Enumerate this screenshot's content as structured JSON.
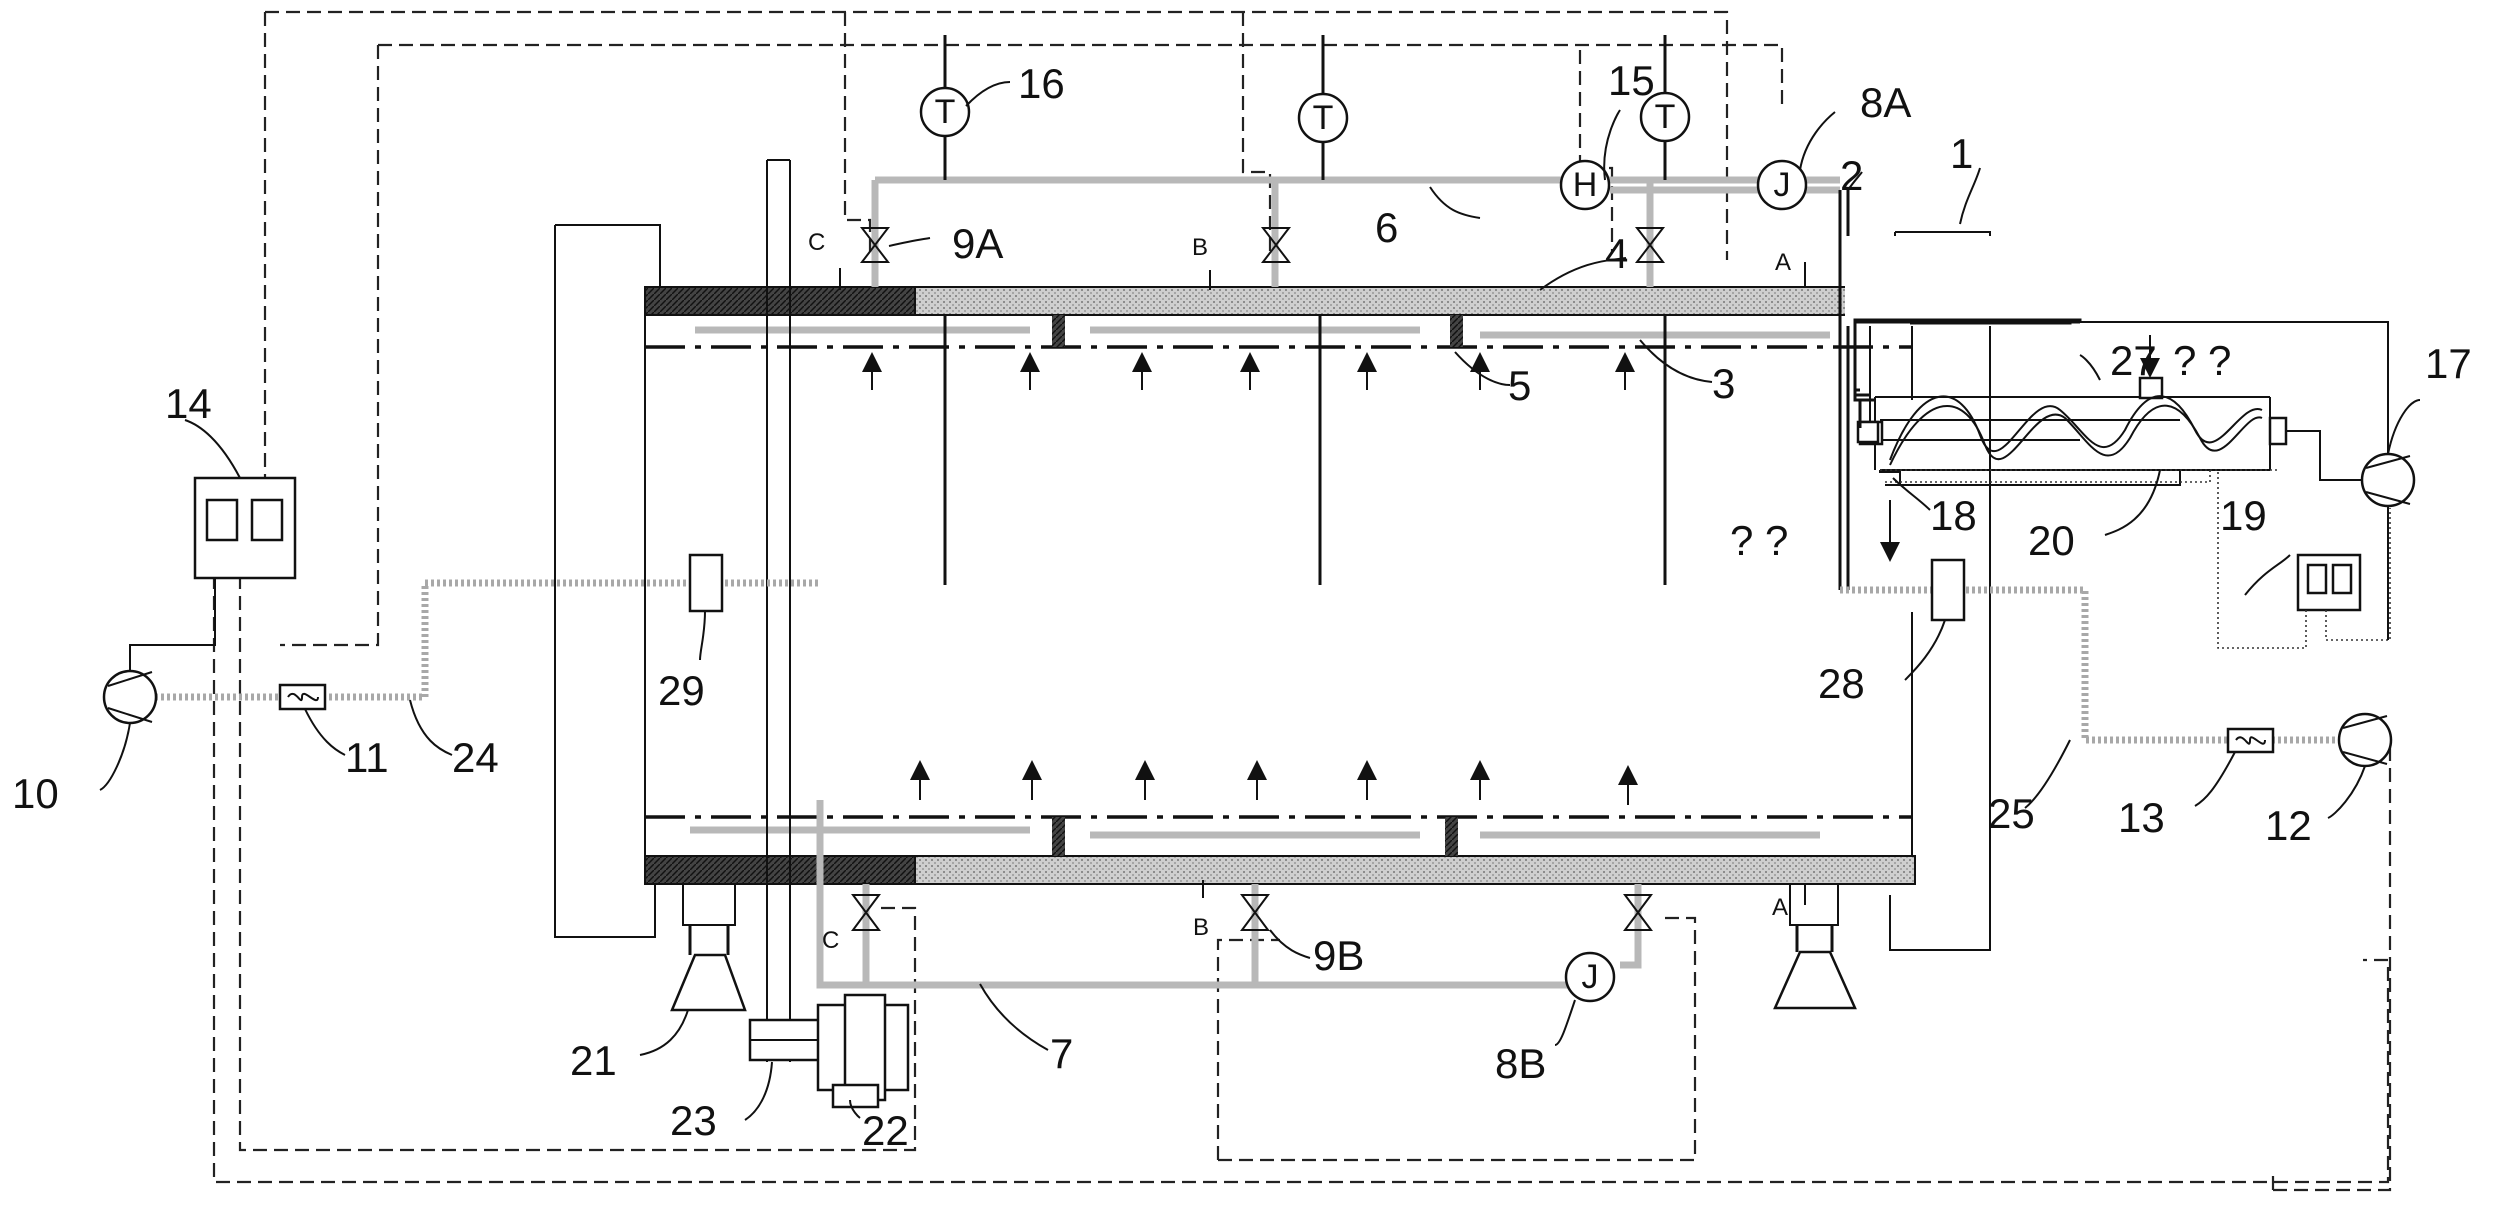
{
  "labels": {
    "l1": "1",
    "l2": "2",
    "l3": "3",
    "l4": "4",
    "l5": "5",
    "l6": "6",
    "l7": "7",
    "l8A": "8A",
    "l8B": "8B",
    "l9A": "9A",
    "l9B": "9B",
    "l10": "10",
    "l11": "11",
    "l12": "12",
    "l13": "13",
    "l14": "14",
    "l15": "15",
    "l16": "16",
    "l17": "17",
    "l18": "18",
    "l19": "19",
    "l20": "20",
    "l21": "21",
    "l22": "22",
    "l23": "23",
    "l24": "24",
    "l25": "25",
    "l27": "27",
    "l28": "28",
    "l29": "29"
  },
  "section_marks": {
    "A": "A",
    "B": "B",
    "C": "C"
  },
  "symbols": {
    "temperature": "T",
    "humidity": "H",
    "j_sensor": "J"
  },
  "unknown_marks": {
    "q1": "? ?",
    "q2": "? ?"
  }
}
